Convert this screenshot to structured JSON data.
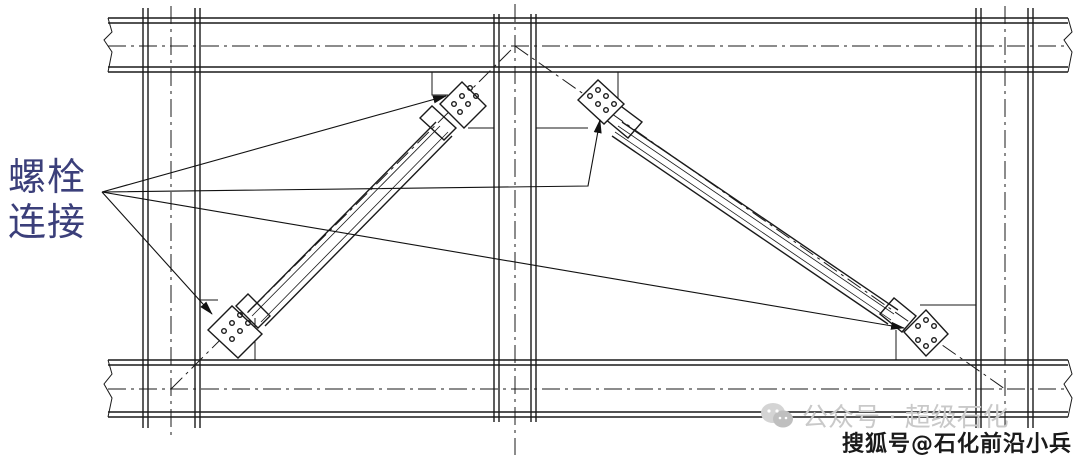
{
  "annotation": {
    "line1": "螺栓",
    "line2": "连接"
  },
  "watermark": {
    "wechat_text": "公众号 · 超级石化",
    "sohu_text": "搜狐号@石化前沿小兵",
    "wechat_icon": "wechat-icon"
  },
  "colors": {
    "line": "#1a1a1a",
    "label": "#3b3f7a",
    "watermark_light": "#c9c9c9"
  }
}
